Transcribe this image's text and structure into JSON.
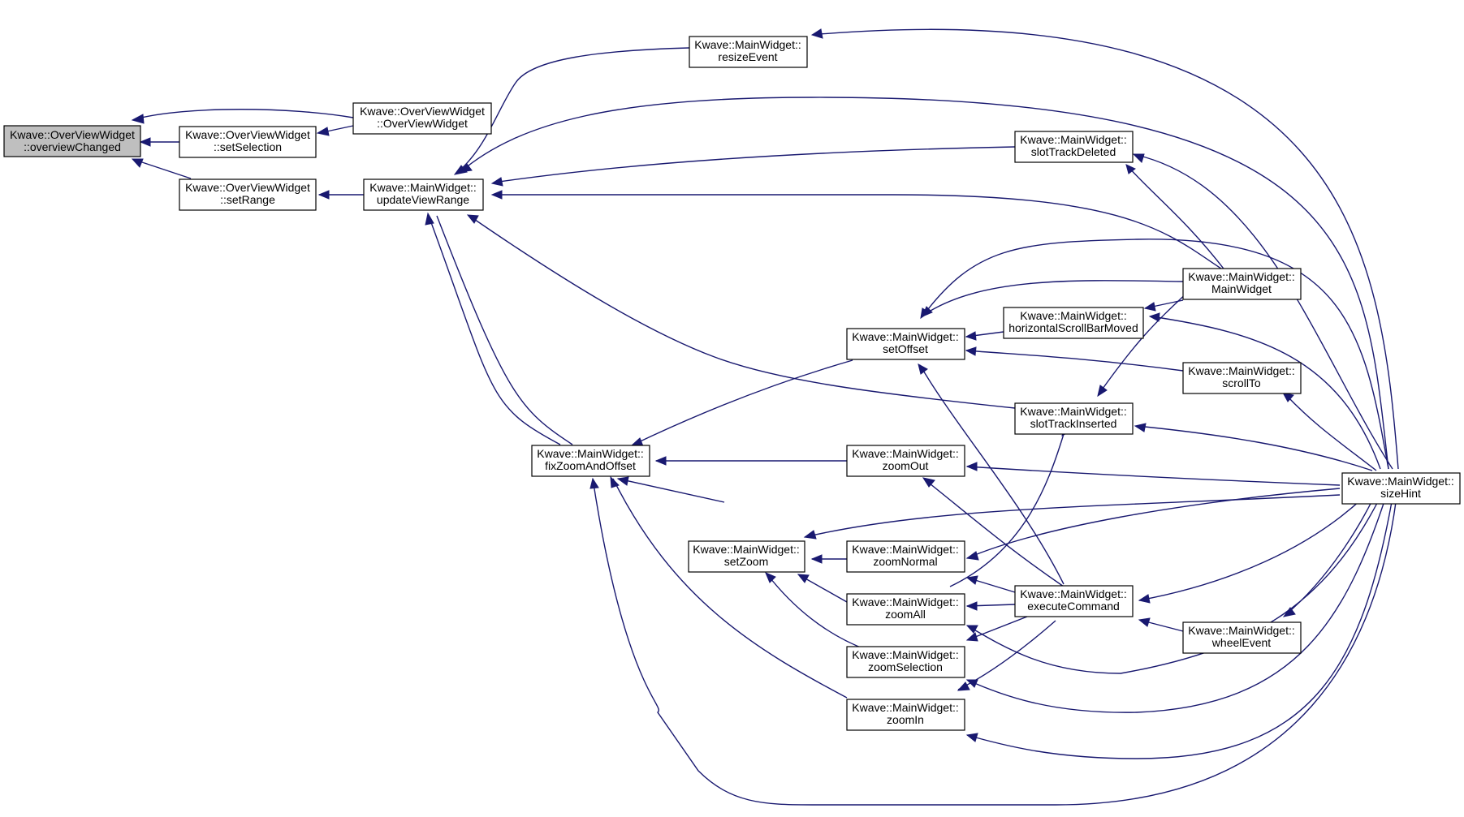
{
  "nodes": [
    {
      "id": "overviewChanged",
      "line1": "Kwave::OverViewWidget",
      "line2": "::overviewChanged",
      "root": true
    },
    {
      "id": "setSelection",
      "line1": "Kwave::OverViewWidget",
      "line2": "::setSelection"
    },
    {
      "id": "setRange",
      "line1": "Kwave::OverViewWidget",
      "line2": "::setRange"
    },
    {
      "id": "OverViewWidget",
      "line1": "Kwave::OverViewWidget",
      "line2": "::OverViewWidget"
    },
    {
      "id": "updateViewRange",
      "line1": "Kwave::MainWidget::",
      "line2": "updateViewRange"
    },
    {
      "id": "resizeEvent",
      "line1": "Kwave::MainWidget::",
      "line2": "resizeEvent"
    },
    {
      "id": "fixZoomAndOffset",
      "line1": "Kwave::MainWidget::",
      "line2": "fixZoomAndOffset"
    },
    {
      "id": "setOffset",
      "line1": "Kwave::MainWidget::",
      "line2": "setOffset"
    },
    {
      "id": "setZoom",
      "line1": "Kwave::MainWidget::",
      "line2": "setZoom"
    },
    {
      "id": "zoomOut",
      "line1": "Kwave::MainWidget::",
      "line2": "zoomOut"
    },
    {
      "id": "zoomNormal",
      "line1": "Kwave::MainWidget::",
      "line2": "zoomNormal"
    },
    {
      "id": "zoomAll",
      "line1": "Kwave::MainWidget::",
      "line2": "zoomAll"
    },
    {
      "id": "zoomSelection",
      "line1": "Kwave::MainWidget::",
      "line2": "zoomSelection"
    },
    {
      "id": "zoomIn",
      "line1": "Kwave::MainWidget::",
      "line2": "zoomIn"
    },
    {
      "id": "slotTrackDeleted",
      "line1": "Kwave::MainWidget::",
      "line2": "slotTrackDeleted"
    },
    {
      "id": "horizontalScrollBarMoved",
      "line1": "Kwave::MainWidget::",
      "line2": "horizontalScrollBarMoved"
    },
    {
      "id": "slotTrackInserted",
      "line1": "Kwave::MainWidget::",
      "line2": "slotTrackInserted"
    },
    {
      "id": "executeCommand",
      "line1": "Kwave::MainWidget::",
      "line2": "executeCommand"
    },
    {
      "id": "MainWidget",
      "line1": "Kwave::MainWidget::",
      "line2": "MainWidget"
    },
    {
      "id": "scrollTo",
      "line1": "Kwave::MainWidget::",
      "line2": "scrollTo"
    },
    {
      "id": "wheelEvent",
      "line1": "Kwave::MainWidget::",
      "line2": "wheelEvent"
    },
    {
      "id": "sizeHint",
      "line1": "Kwave::MainWidget::",
      "line2": "sizeHint"
    }
  ],
  "colors": {
    "edge": "#191970",
    "root_fill": "#bfbfbf",
    "node_fill": "#ffffff",
    "node_border": "#000000"
  }
}
